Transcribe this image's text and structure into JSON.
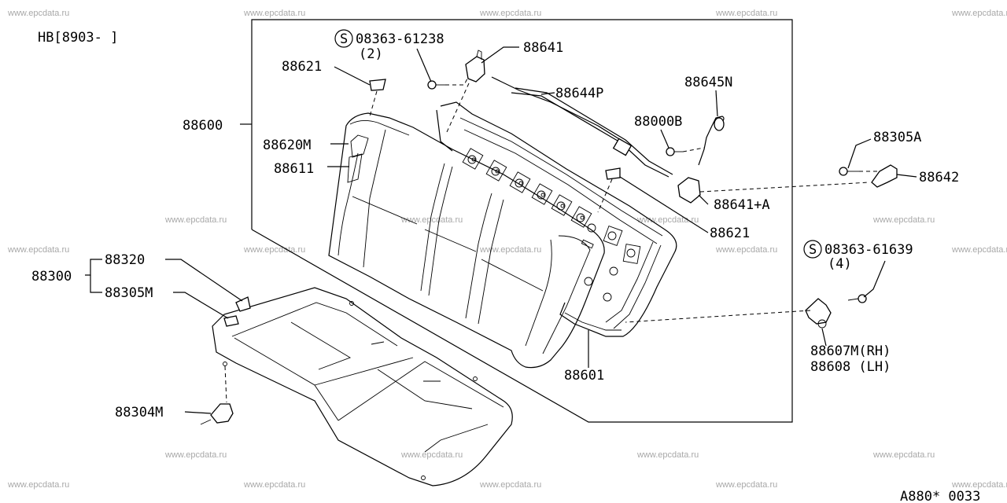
{
  "header": {
    "code": "HB[8903-  ]"
  },
  "footer": {
    "ref": "A880* 0033"
  },
  "watermark": "www.epcdata.ru",
  "parts": {
    "p88600": "88600",
    "p88621_top": "88621",
    "p88620m": "88620M",
    "p88611": "88611",
    "bolt1_code": "08363-61238",
    "bolt1_qty": "(2)",
    "p88641": "88641",
    "p88644p": "88644P",
    "p88645n": "88645N",
    "p88000b": "88000B",
    "p88305a": "88305A",
    "p88642": "88642",
    "p88641a": "88641+A",
    "p88621_right": "88621",
    "bolt2_code": "08363-61639",
    "bolt2_qty": "(4)",
    "p88607m": "88607M(RH)",
    "p88608": "88608  (LH)",
    "p88601": "88601",
    "p88300": "88300",
    "p88320": "88320",
    "p88305m": "88305M",
    "p88304m": "88304M",
    "s_symbol": "S"
  }
}
